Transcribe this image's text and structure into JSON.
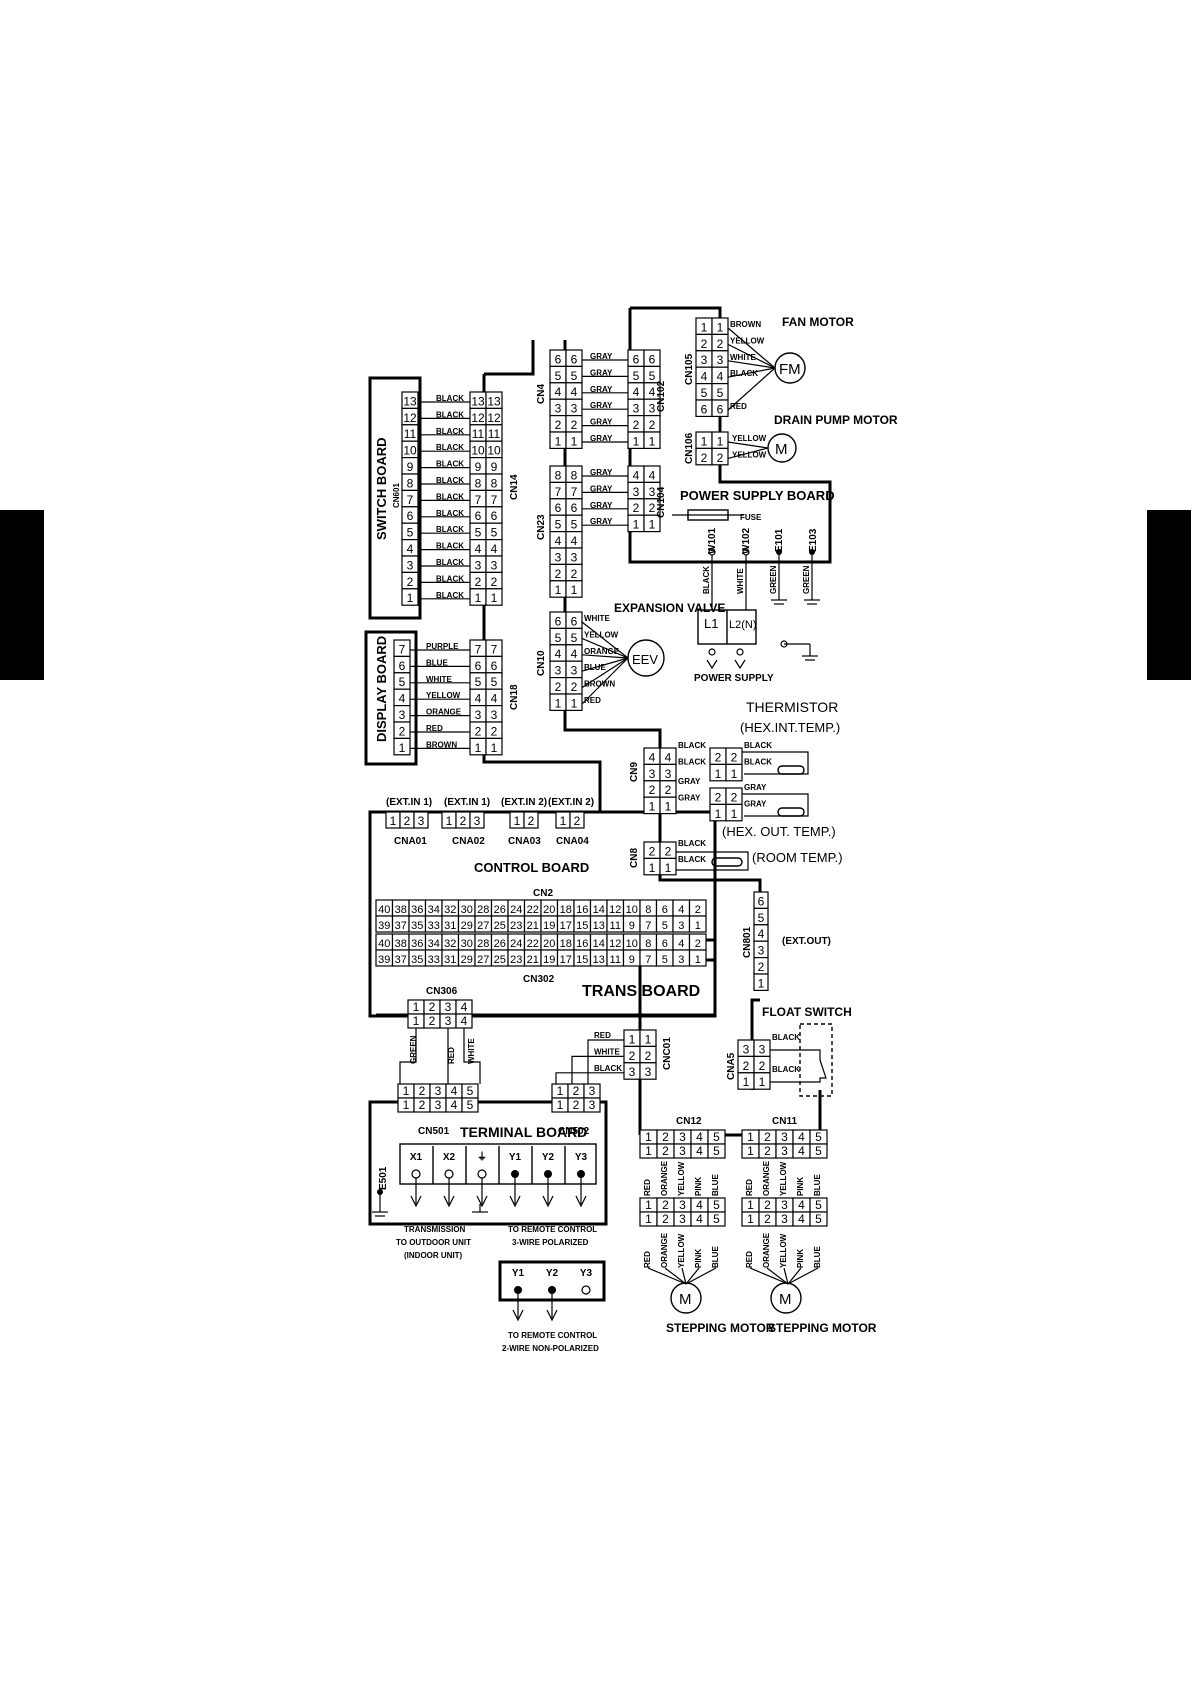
{
  "boards": {
    "switch_board": "SWITCH BOARD",
    "display_board": "DISPLAY BOARD",
    "power_supply_board": "POWER SUPPLY BOARD",
    "control_board": "CONTROL BOARD",
    "trans_board": "TRANS BOARD",
    "terminal_board": "TERMINAL BOARD"
  },
  "connectors": {
    "cn601": "CN601",
    "cn14": "CN14",
    "cn4": "CN4",
    "cn102": "CN102",
    "cn23": "CN23",
    "cn104": "CN104",
    "cn10": "CN10",
    "cn18": "CN18",
    "cn105": "CN105",
    "cn106": "CN106",
    "cn9": "CN9",
    "cn8": "CN8",
    "cn2": "CN2",
    "cn302": "CN302",
    "cn306": "CN306",
    "cn801": "CN801",
    "cna01": "CNA01",
    "cna02": "CNA02",
    "cna03": "CNA03",
    "cna04": "CNA04",
    "cna5": "CNA5",
    "cnc01": "CNC01",
    "cn501": "CN501",
    "cn502": "CN502",
    "cn12": "CN12",
    "cn11": "CN11"
  },
  "ext_labels": {
    "cna01": "(EXT.IN 1)",
    "cna02": "(EXT.IN 1)",
    "cna03": "(EXT.IN 2)",
    "cna04": "(EXT.IN 2)",
    "cn801": "(EXT.OUT)"
  },
  "components": {
    "fan_motor": "FAN MOTOR",
    "fan_motor_symbol": "FM",
    "drain_pump_motor": "DRAIN PUMP MOTOR",
    "motor_symbol": "M",
    "expansion_valve": "EXPANSION VALVE",
    "eev_symbol": "EEV",
    "fuse": "FUSE",
    "thermistor": "THERMISTOR",
    "hex_int": "(HEX.INT.TEMP.)",
    "hex_out": "(HEX. OUT. TEMP.)",
    "room_temp": "(ROOM TEMP.)",
    "float_switch": "FLOAT SWITCH",
    "stepping_motor_1": "STEPPING MOTOR",
    "stepping_motor_2": "STEPPING MOTOR"
  },
  "power": {
    "w101": "W101",
    "w102": "W102",
    "e101": "E101",
    "e103": "E103",
    "e501": "E501",
    "l1": "L1",
    "l2n": "L2(N)",
    "power_supply": "POWER SUPPLY"
  },
  "wires": {
    "switch_board": [
      "BLACK",
      "BLACK",
      "BLACK",
      "BLACK",
      "BLACK",
      "BLACK",
      "BLACK",
      "BLACK",
      "BLACK",
      "BLACK",
      "BLACK",
      "BLACK",
      "BLACK"
    ],
    "display_board": [
      "PURPLE",
      "BLUE",
      "WHITE",
      "YELLOW",
      "ORANGE",
      "RED",
      "BROWN"
    ],
    "cn4": [
      "GRAY",
      "GRAY",
      "GRAY",
      "GRAY",
      "GRAY",
      "GRAY"
    ],
    "cn23": [
      "GRAY",
      "GRAY",
      "GRAY",
      "GRAY"
    ],
    "cn10": [
      "WHITE",
      "YELLOW",
      "ORANGE",
      "BLUE",
      "BROWN",
      "RED"
    ],
    "fan_motor": [
      "BROWN",
      "YELLOW",
      "WHITE",
      "BLACK",
      "RED"
    ],
    "drain_pump": [
      "YELLOW",
      "YELLOW"
    ],
    "psu_w101": "BLACK",
    "psu_w102": "WHITE",
    "psu_e101": "GREEN",
    "psu_e103": "GREEN",
    "cn9_a": [
      "BLACK",
      "BLACK"
    ],
    "cn9_b": [
      "GRAY",
      "GRAY"
    ],
    "therm_a": [
      "BLACK",
      "BLACK"
    ],
    "therm_b": [
      "GRAY",
      "GRAY"
    ],
    "cn8": [
      "BLACK",
      "BLACK"
    ],
    "float_switch": [
      "BLACK",
      "BLACK"
    ],
    "cnc01": [
      "RED",
      "WHITE",
      "BLACK"
    ],
    "cn306": [
      "GREEN",
      "RED",
      "WHITE"
    ],
    "stepping": [
      "RED",
      "ORANGE",
      "YELLOW",
      "PINK",
      "BLUE"
    ]
  },
  "terminals": {
    "main": [
      "X1",
      "X2",
      "⏚",
      "Y1",
      "Y2",
      "Y3"
    ],
    "two_wire": [
      "Y1",
      "Y2",
      "Y3"
    ]
  },
  "notes": {
    "transmission": [
      "TRANSMISSION",
      "TO OUTDOOR UNIT",
      "(INDOOR UNIT)"
    ],
    "remote_3wire": [
      "TO REMOTE CONTROL",
      "3-WIRE POLARIZED"
    ],
    "remote_2wire": [
      "TO REMOTE CONTROL",
      "2-WIRE NON-POLARIZED"
    ]
  },
  "colors": {
    "ink": "#000000",
    "paper": "#ffffff"
  }
}
